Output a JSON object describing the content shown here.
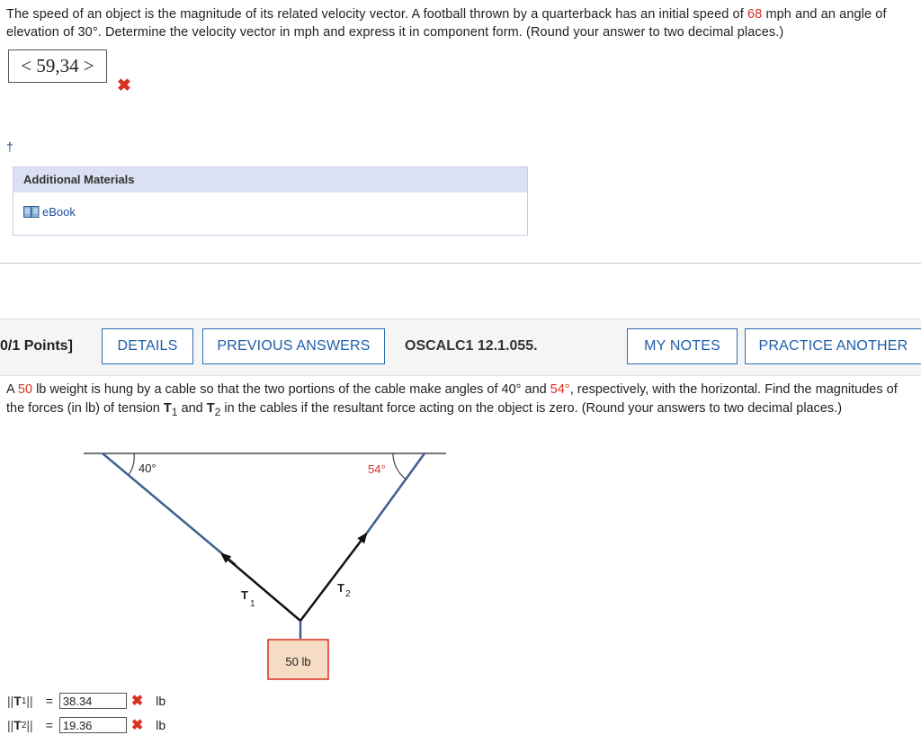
{
  "q1": {
    "text_a": "The speed of an object is the magnitude of its related velocity vector. A football thrown by a quarterback has an initial speed of ",
    "speed": "68",
    "text_b": " mph and an angle of elevation of 30°. Determine the velocity vector in mph and express it in component form. (Round your answer to two decimal places.)",
    "answer": "< 59,34 >",
    "mark": "✖"
  },
  "dagger": "†",
  "additional_materials": {
    "title": "Additional Materials",
    "ebook_label": "eBook"
  },
  "toolbar": {
    "points": "0/1 Points]",
    "details": "DETAILS",
    "previous_answers": "PREVIOUS ANSWERS",
    "code": "OSCALC1 12.1.055.",
    "my_notes": "MY NOTES",
    "practice_another": "PRACTICE ANOTHER"
  },
  "q2": {
    "t1": "A ",
    "weight": "50",
    "t2": " lb weight is hung by a cable so that the two portions of the cable make angles of 40° and ",
    "angle2": "54°",
    "t3": ", respectively, with the horizontal. Find the magnitudes of the forces (in lb) of tension ",
    "T": "T",
    "sub1": "1",
    "and": " and ",
    "sub2": "2",
    "t4": " in the cables if the resultant force acting on the object is zero. (Round your answers to two decimal places.)"
  },
  "diagram": {
    "angle1": "40°",
    "angle2": "54°",
    "t1": "T",
    "t1_sub": "1",
    "t2": "T",
    "t2_sub": "2",
    "weight_label": "50 lb"
  },
  "answers": [
    {
      "open": "||",
      "T": "T",
      "sub": "1",
      "close": "||",
      "eq": "=",
      "value": "38.34",
      "mark": "✖",
      "unit": "lb"
    },
    {
      "open": "||",
      "T": "T",
      "sub": "2",
      "close": "||",
      "eq": "=",
      "value": "19.36",
      "mark": "✖",
      "unit": "lb"
    }
  ],
  "colors": {
    "accent": "#2c6fb5",
    "error": "#d9301f",
    "panel": "#dbe0f2",
    "cable": "#3e5f8f"
  }
}
